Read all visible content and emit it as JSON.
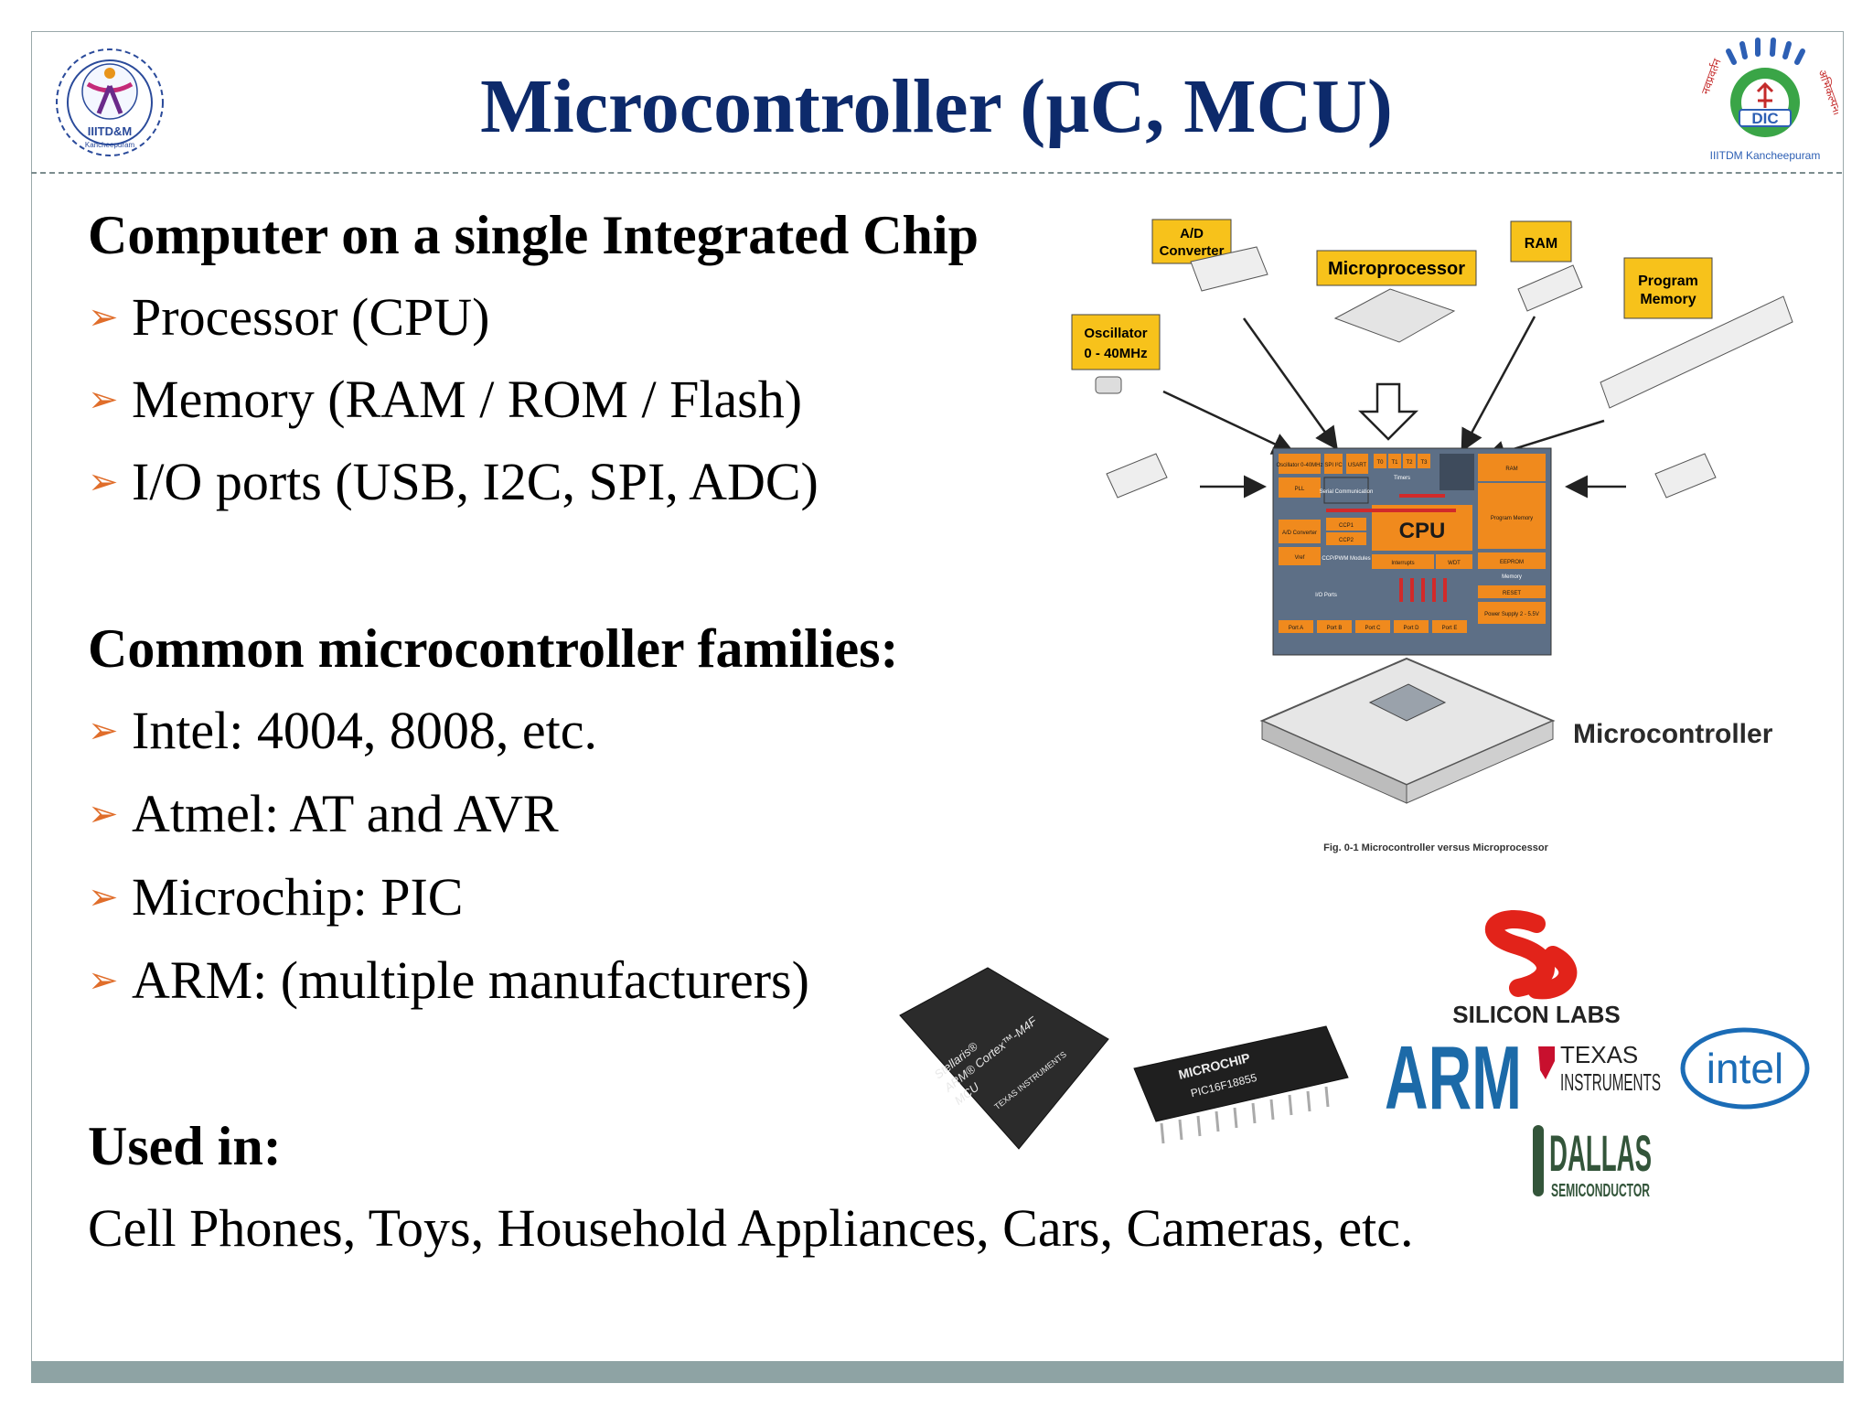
{
  "title": "Microcontroller (µC, MCU)",
  "logos": {
    "left_text_1": "IIITD&M",
    "left_text_2": "Kancheepuram",
    "right_text_1": "DIC",
    "right_text_2": "IIITDM Kancheepuram",
    "right_arc_left": "नवप्रवर्तन",
    "right_arc_right": "अभिकल्पना"
  },
  "section1": {
    "heading": "Computer on a single Integrated Chip",
    "bullets": [
      "Processor (CPU)",
      "Memory (RAM / ROM / Flash)",
      "I/O ports (USB, I2C, SPI, ADC)"
    ]
  },
  "section2": {
    "heading": "Common microcontroller families:",
    "bullets": [
      "Intel: 4004, 8008, etc.",
      "Atmel: AT and AVR",
      "Microchip: PIC",
      "ARM:  (multiple manufacturers)"
    ]
  },
  "section3": {
    "heading": "Used in:",
    "text": "Cell Phones, Toys, Household Appliances, Cars, Cameras, etc."
  },
  "bullet_marker": "➢",
  "diagram": {
    "ad_converter": [
      "A/D",
      "Converter"
    ],
    "microprocessor": "Microprocessor",
    "ram": "RAM",
    "program_memory": [
      "Program",
      "Memory"
    ],
    "oscillator": [
      "Oscillator",
      "0 - 40MHz"
    ],
    "cpu": "CPU",
    "microcontroller": "Microcontroller",
    "caption": "Fig. 0-1 Microcontroller versus Microprocessor",
    "block_labels": {
      "oscillator": "Oscillator 0-40MHz",
      "spi": "SPI I²C",
      "usart": "USART",
      "t0": "T0",
      "t1": "T1",
      "t2": "T2",
      "t3": "T3",
      "ram": "RAM",
      "pll": "PLL",
      "serial": "Serial Communication",
      "timers": "Timers",
      "ad": "A/D Converter",
      "ccp1": "CCP1",
      "ccp2": "CCP2",
      "program_memory": "Program Memory",
      "vref": "Vref",
      "ccp_pwm": "CCP/PWM Modules",
      "interrupts": "Interrupts",
      "wdt": "WDT",
      "eeprom": "EEPROM",
      "memory": "Memory",
      "io_ports": "I/O Ports",
      "reset": "RESET",
      "power_supply": "Power Supply 2 - 5.5V",
      "ports": [
        "Port A",
        "Port B",
        "Port C",
        "Port D",
        "Port E"
      ]
    }
  },
  "chips": {
    "stellaris": [
      "Stellaris®",
      "ARM® Cortex™-M4F",
      "MCU"
    ],
    "ti_small": "TEXAS INSTRUMENTS",
    "microchip_brand": "MICROCHIP",
    "microchip_part": "PIC16F18855"
  },
  "brand_logos": {
    "silicon_labs": "SILICON LABS",
    "arm": "ARM",
    "ti_1": "TEXAS",
    "ti_2": "INSTRUMENTS",
    "intel": "intel",
    "dallas_1": "DALLAS",
    "dallas_2": "SEMICONDUCTOR"
  },
  "colors": {
    "title": "#0d2a6b",
    "bullet_arrow": "#e06d2a",
    "label_yellow": "#f7c21b",
    "block_orange": "#f08a1d",
    "block_grey": "#5d6f86",
    "arm_blue": "#1c6aa8",
    "intel_blue": "#1b6cb6",
    "silicon_red": "#e2231a",
    "ti_red": "#c8102e",
    "dallas_green": "#33553a",
    "bottom_bar": "#8ea3a4"
  }
}
